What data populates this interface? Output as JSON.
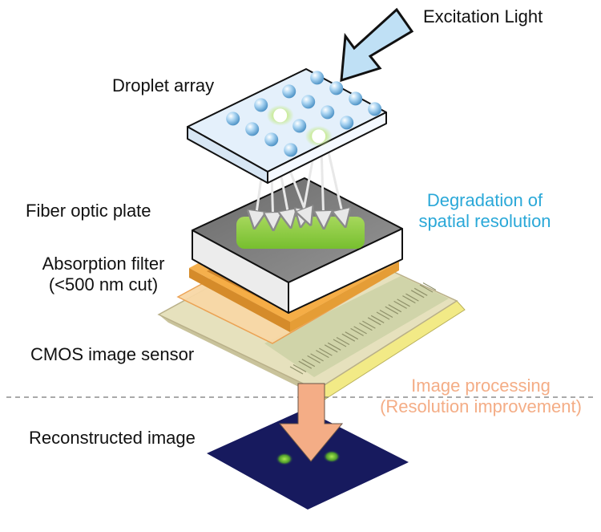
{
  "labels": {
    "excitation_light": "Excitation Light",
    "droplet_array": "Droplet array",
    "fiber_optic_plate": "Fiber optic plate",
    "degradation_line1": "Degradation of",
    "degradation_line2": "spatial resolution",
    "absorption_filter_line1": "Absorption filter",
    "absorption_filter_line2": "(<500 nm cut)",
    "cmos_sensor": "CMOS image sensor",
    "image_processing_line1": "Image processing",
    "image_processing_line2": "(Resolution improvement)",
    "reconstructed_image": "Reconstructed image"
  },
  "colors": {
    "text": "#111111",
    "degradation": "#2aa8d8",
    "processing": "#f4ad86",
    "excitation_arrow": "#bfe0f5",
    "processing_arrow": "#f4ad86",
    "droplet_plate": "#e4f0fb",
    "fiber_plate_top": "#7e7e7e",
    "fluorescence": "#8fd13a",
    "filter": "#f4a93e",
    "sensor_board": "#e6e1bd",
    "reconstructed_plane": "#171a5e"
  }
}
